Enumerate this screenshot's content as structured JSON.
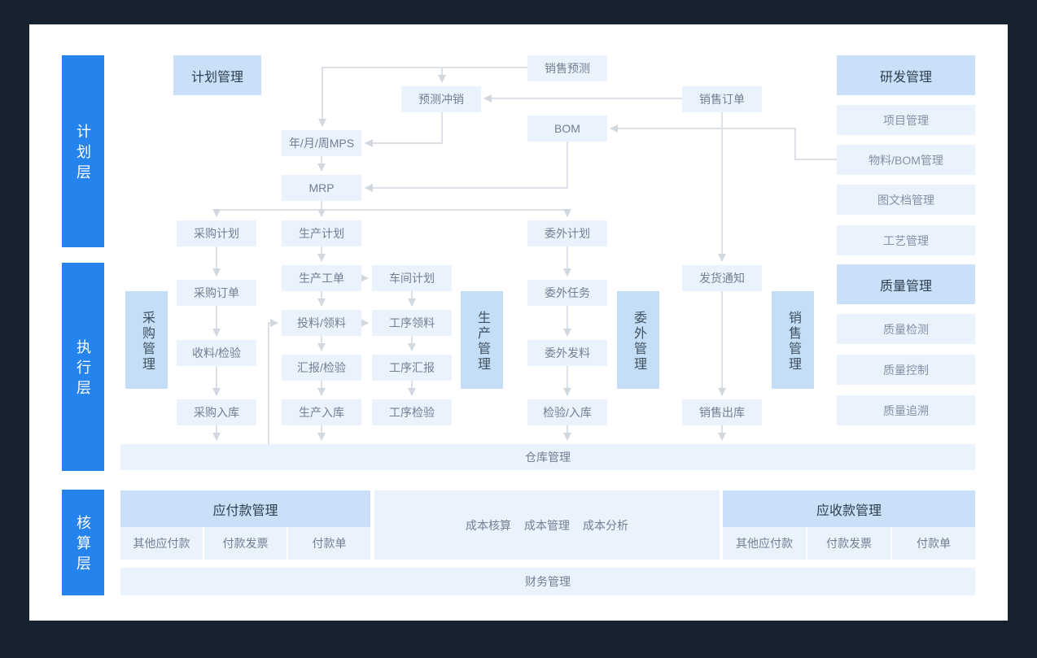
{
  "layers": {
    "plan": "计划层",
    "execution": "执行层",
    "accounting": "核算层"
  },
  "group_headers": {
    "plan_mgmt": "计划管理",
    "rd_mgmt": "研发管理",
    "quality_mgmt": "质量管理"
  },
  "vertical_groups": {
    "purchase_mgmt": "采购管理",
    "production_mgmt": "生产管理",
    "outsourcing_mgmt": "委外管理",
    "sales_mgmt": "销售管理"
  },
  "nodes": {
    "sales_forecast": "销售预测",
    "forecast_offset": "预测冲销",
    "sales_order": "销售订单",
    "bom": "BOM",
    "mps": "年/月/周MPS",
    "mrp": "MRP",
    "purchase_plan": "采购计划",
    "production_plan": "生产计划",
    "outsourcing_plan": "委外计划",
    "purchase_order": "采购订单",
    "receive_inspect": "收料/检验",
    "purchase_inbound": "采购入库",
    "production_order": "生产工单",
    "workshop_plan": "车间计划",
    "feed_picking": "投料/领料",
    "process_picking": "工序领料",
    "report_inspect": "汇报/检验",
    "process_report": "工序汇报",
    "production_inbound": "生产入库",
    "process_inspect": "工序检验",
    "outsourcing_task": "委外任务",
    "outsourcing_issue": "委外发料",
    "inspect_inbound": "检验/入库",
    "delivery_notice": "发货通知",
    "sales_outbound": "销售出库"
  },
  "rd_items": [
    "项目管理",
    "物料/BOM管理",
    "图文档管理",
    "工艺管理"
  ],
  "quality_items": [
    "质量检测",
    "质量控制",
    "质量追溯"
  ],
  "warehouse_bar": "仓库管理",
  "finance_bar": "财务管理",
  "payable": {
    "title": "应付款管理",
    "items": [
      "其他应付款",
      "付款发票",
      "付款单"
    ]
  },
  "receivable": {
    "title": "应收款管理",
    "items": [
      "其他应付款",
      "付款发票",
      "付款单"
    ]
  },
  "cost_items": [
    "成本核算",
    "成本管理",
    "成本分析"
  ],
  "colors": {
    "background": "#16222f",
    "canvas": "#ffffff",
    "layer_bar_blue": "#2583ee",
    "header_box": "#c9e0f8",
    "node_box": "#e9f2fd",
    "connector": "#dce1e7"
  }
}
